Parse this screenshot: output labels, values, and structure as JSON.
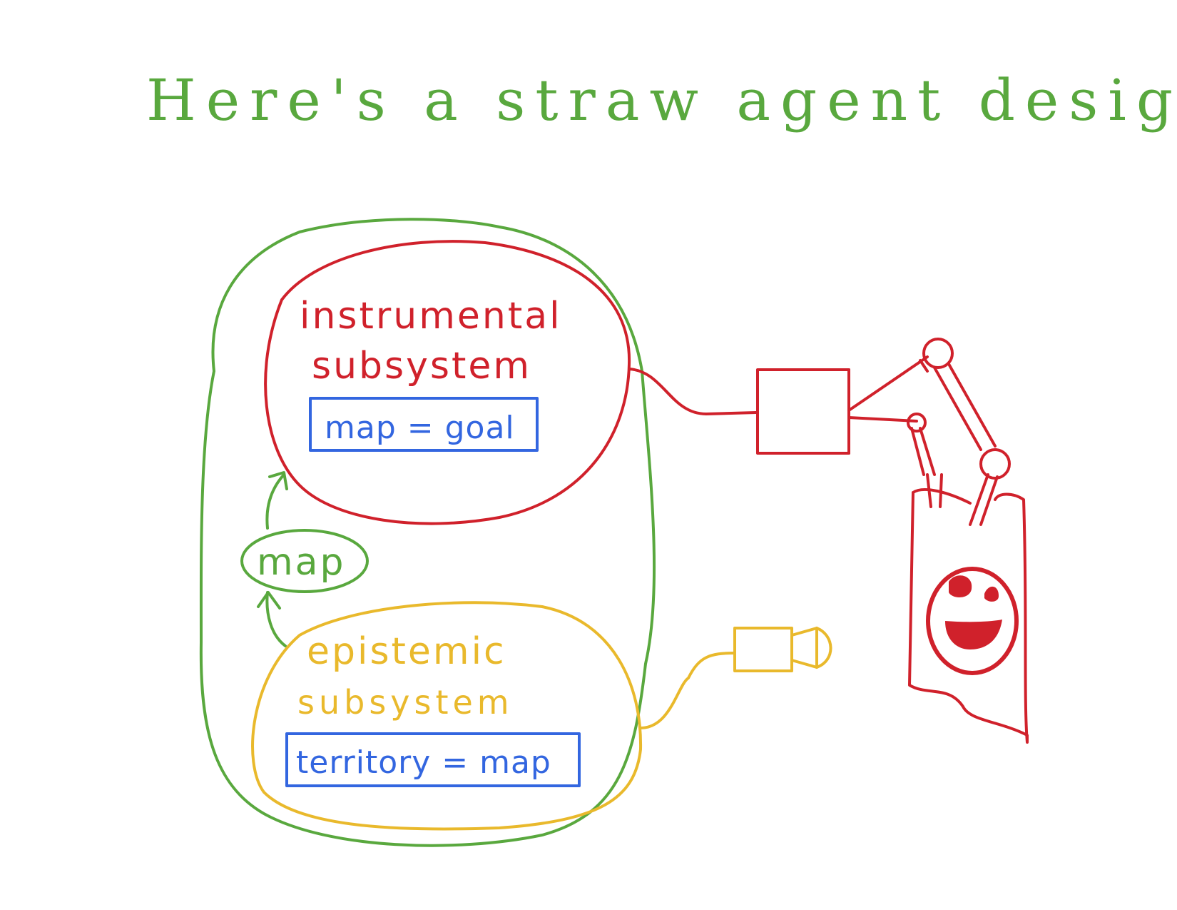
{
  "title": "Here's a straw agent design:",
  "colors": {
    "green": "#59a83e",
    "red": "#d0212b",
    "yellow": "#e9b92c",
    "blue": "#3366e0"
  },
  "instrumental": {
    "line1": "instrumental",
    "line2": "subsystem",
    "box": "map = goal"
  },
  "map_bubble": "map",
  "epistemic": {
    "line1": "epistemic",
    "line2": "subsystem",
    "box": "territory = map"
  },
  "icons": {
    "effector": "robot-arm-icon",
    "sensor": "camera-icon",
    "target": "smiley-bag-icon"
  }
}
